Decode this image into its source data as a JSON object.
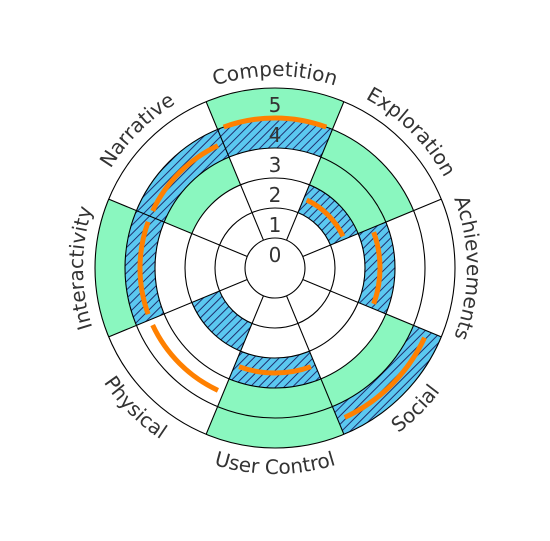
{
  "chart_data": {
    "type": "radial-ring",
    "title": "",
    "ring_labels": [
      "0",
      "1",
      "2",
      "3",
      "4",
      "5"
    ],
    "categories": [
      "Competition",
      "Exploration",
      "Achievements",
      "Social",
      "User Control",
      "Physical",
      "Interactivity",
      "Narrative"
    ],
    "series": [
      {
        "style": "solid-fill",
        "color": "#8af7bf",
        "ranges": [
          [
            4,
            5
          ],
          [
            2,
            4
          ],
          [
            2,
            3
          ],
          [
            3,
            5
          ],
          [
            3,
            5
          ],
          [
            0,
            0
          ],
          [
            3,
            5
          ],
          [
            2,
            4
          ]
        ]
      },
      {
        "style": "hatched",
        "color": "#5bc8f0",
        "ranges": [
          [
            3,
            4
          ],
          [
            1,
            2
          ],
          [
            2,
            3
          ],
          [
            4,
            5
          ],
          [
            2,
            3
          ],
          [
            1,
            2
          ],
          [
            3,
            4
          ],
          [
            3,
            4
          ]
        ]
      },
      {
        "style": "line",
        "color": "#ff8000",
        "values": [
          4.0,
          1.5,
          2.5,
          4.5,
          2.5,
          3.5,
          3.5,
          3.5
        ]
      }
    ],
    "rlim": [
      0,
      5
    ],
    "grid": true,
    "legend": "none"
  }
}
